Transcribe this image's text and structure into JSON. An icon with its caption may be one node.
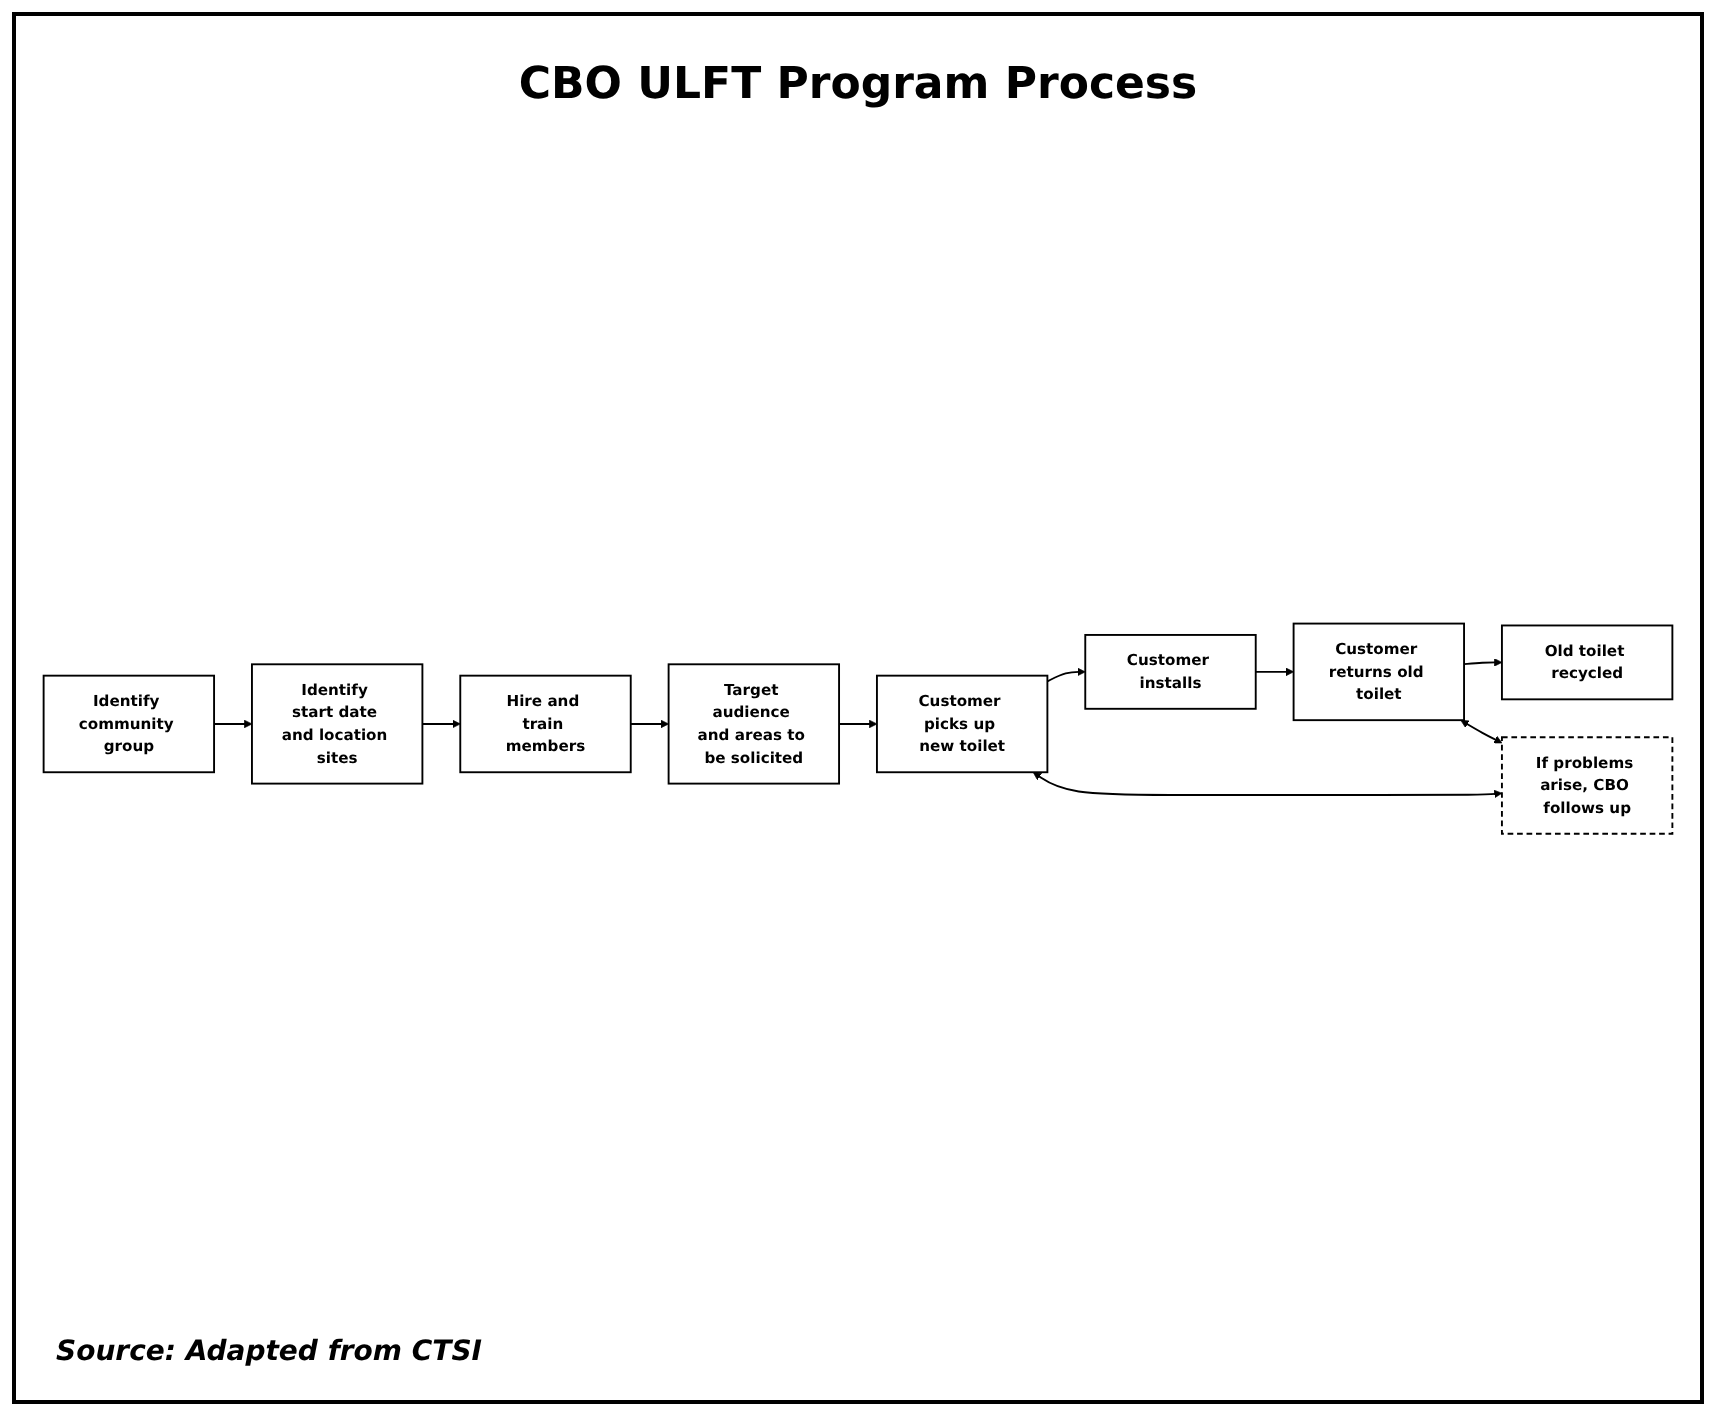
{
  "diagram": {
    "title": "CBO ULFT Program Process",
    "nodes": [
      {
        "text": [
          "Identify community group"
        ]
      },
      {
        "text": [
          "Identify start date and location sites"
        ]
      },
      {
        "text": [
          "Hire and train members"
        ]
      },
      {
        "text": [
          "Target audience and areas to be solicited"
        ]
      },
      {
        "text": [
          "Customer picks up new toilet"
        ]
      },
      {
        "text": [
          "Customer installs"
        ]
      },
      {
        "text": [
          "Customer returns old toilet"
        ]
      },
      {
        "text": [
          "Old toilet recycled"
        ]
      },
      {
        "text": [
          "If problems arise, CBO follows up"
        ]
      }
    ],
    "edges": [
      {
        "from": 0,
        "to": 1,
        "arrow": "to"
      },
      {
        "from": 1,
        "to": 2,
        "arrow": "to"
      },
      {
        "from": 2,
        "to": 3,
        "arrow": "to"
      },
      {
        "from": 3,
        "to": 4,
        "arrow": "to"
      },
      {
        "from": 4,
        "to": 5,
        "arrow": "to"
      },
      {
        "from": 5,
        "to": 6,
        "arrow": "to"
      },
      {
        "from": 6,
        "to": 7,
        "arrow": "to"
      },
      {
        "from": 4,
        "to": 8,
        "arrow": "both"
      },
      {
        "from": 6,
        "to": 8,
        "arrow": "both"
      }
    ],
    "caption": "Source: Adapted from CTSI"
  }
}
